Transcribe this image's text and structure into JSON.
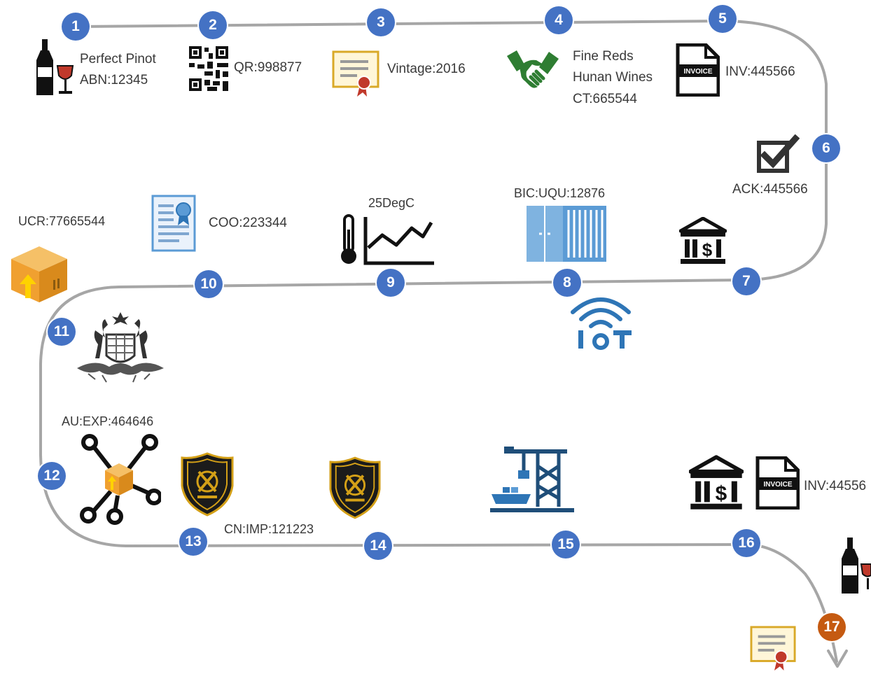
{
  "steps": [
    "1",
    "2",
    "3",
    "4",
    "5",
    "6",
    "7",
    "8",
    "9",
    "10",
    "11",
    "12",
    "13",
    "14",
    "15",
    "16",
    "17"
  ],
  "labels": {
    "product_name": "Perfect Pinot",
    "abn": "ABN:12345",
    "qr": "QR:998877",
    "vintage": "Vintage:2016",
    "buyer_line1": "Fine Reds",
    "buyer_line2": "Hunan Wines",
    "contract": "CT:665544",
    "invoice": "INV:445566",
    "ack": "ACK:445566",
    "container": "BIC:UQU:12876",
    "temperature": "25DegC",
    "origin_cert": "COO:223344",
    "ucr": "UCR:77665544",
    "export": "AU:EXP:464646",
    "import": "CN:IMP:121223",
    "invoice_2": "INV:44556",
    "invoice_doc_text": "INVOICE",
    "iot_text": "IoT"
  },
  "colors": {
    "step_node": "#4472c4",
    "final_node": "#c55a11",
    "path_line": "#a6a6a6",
    "container_blue": "#5b9bd5",
    "handshake_green": "#2e7d32",
    "box_orange": "#f0a030",
    "customs_gold": "#d4a017",
    "port_navy": "#1f4e79"
  },
  "icons": {
    "wine": "wine-bottle-glass-icon",
    "qr": "qr-code-icon",
    "certificate": "certificate-icon",
    "handshake": "handshake-icon",
    "invoice": "invoice-document-icon",
    "ack": "checkbox-icon",
    "bank": "bank-icon",
    "container": "shipping-container-icon",
    "iot": "iot-signal-icon",
    "temperature": "thermometer-chart-icon",
    "origin": "origin-certificate-icon",
    "box": "cardboard-box-icon",
    "coat_of_arms": "australian-coat-of-arms-icon",
    "network": "network-box-icon",
    "customs": "china-customs-badge-icon",
    "port": "port-crane-icon"
  }
}
